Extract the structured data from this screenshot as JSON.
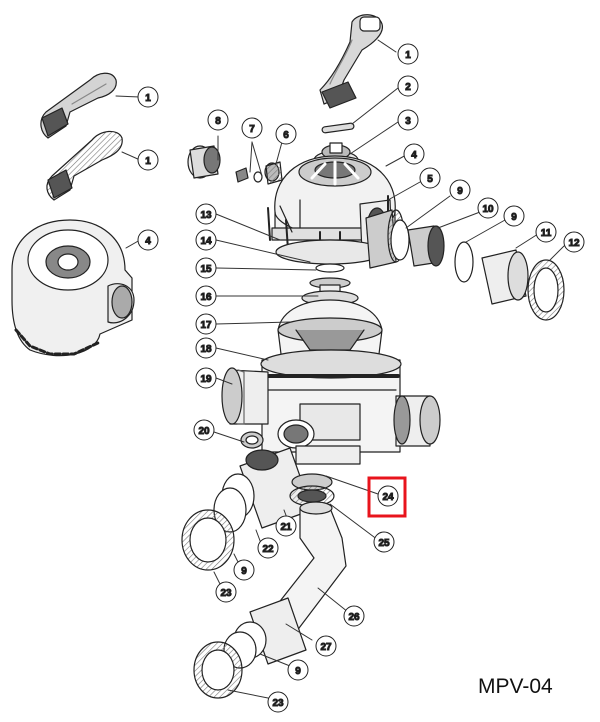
{
  "model_code": "MPV-04",
  "highlight_color": "#e8141c",
  "callouts": [
    {
      "id": "c1a",
      "label": "1"
    },
    {
      "id": "c1b",
      "label": "1"
    },
    {
      "id": "c1c",
      "label": "1"
    },
    {
      "id": "c2",
      "label": "2"
    },
    {
      "id": "c3",
      "label": "3"
    },
    {
      "id": "c4a",
      "label": "4"
    },
    {
      "id": "c4b",
      "label": "4"
    },
    {
      "id": "c5",
      "label": "5"
    },
    {
      "id": "c6",
      "label": "6"
    },
    {
      "id": "c7",
      "label": "7"
    },
    {
      "id": "c8",
      "label": "8"
    },
    {
      "id": "c9a",
      "label": "9"
    },
    {
      "id": "c9b",
      "label": "9"
    },
    {
      "id": "c9c",
      "label": "9"
    },
    {
      "id": "c9d",
      "label": "9"
    },
    {
      "id": "c10",
      "label": "10"
    },
    {
      "id": "c11",
      "label": "11"
    },
    {
      "id": "c12",
      "label": "12"
    },
    {
      "id": "c13",
      "label": "13"
    },
    {
      "id": "c14",
      "label": "14"
    },
    {
      "id": "c15",
      "label": "15"
    },
    {
      "id": "c16",
      "label": "16"
    },
    {
      "id": "c17",
      "label": "17"
    },
    {
      "id": "c18",
      "label": "18"
    },
    {
      "id": "c19",
      "label": "19"
    },
    {
      "id": "c20",
      "label": "20"
    },
    {
      "id": "c21",
      "label": "21"
    },
    {
      "id": "c22",
      "label": "22"
    },
    {
      "id": "c23a",
      "label": "23"
    },
    {
      "id": "c23b",
      "label": "23"
    },
    {
      "id": "c24",
      "label": "24",
      "highlighted": true
    },
    {
      "id": "c25",
      "label": "25"
    },
    {
      "id": "c26",
      "label": "26"
    },
    {
      "id": "c27",
      "label": "27"
    }
  ]
}
